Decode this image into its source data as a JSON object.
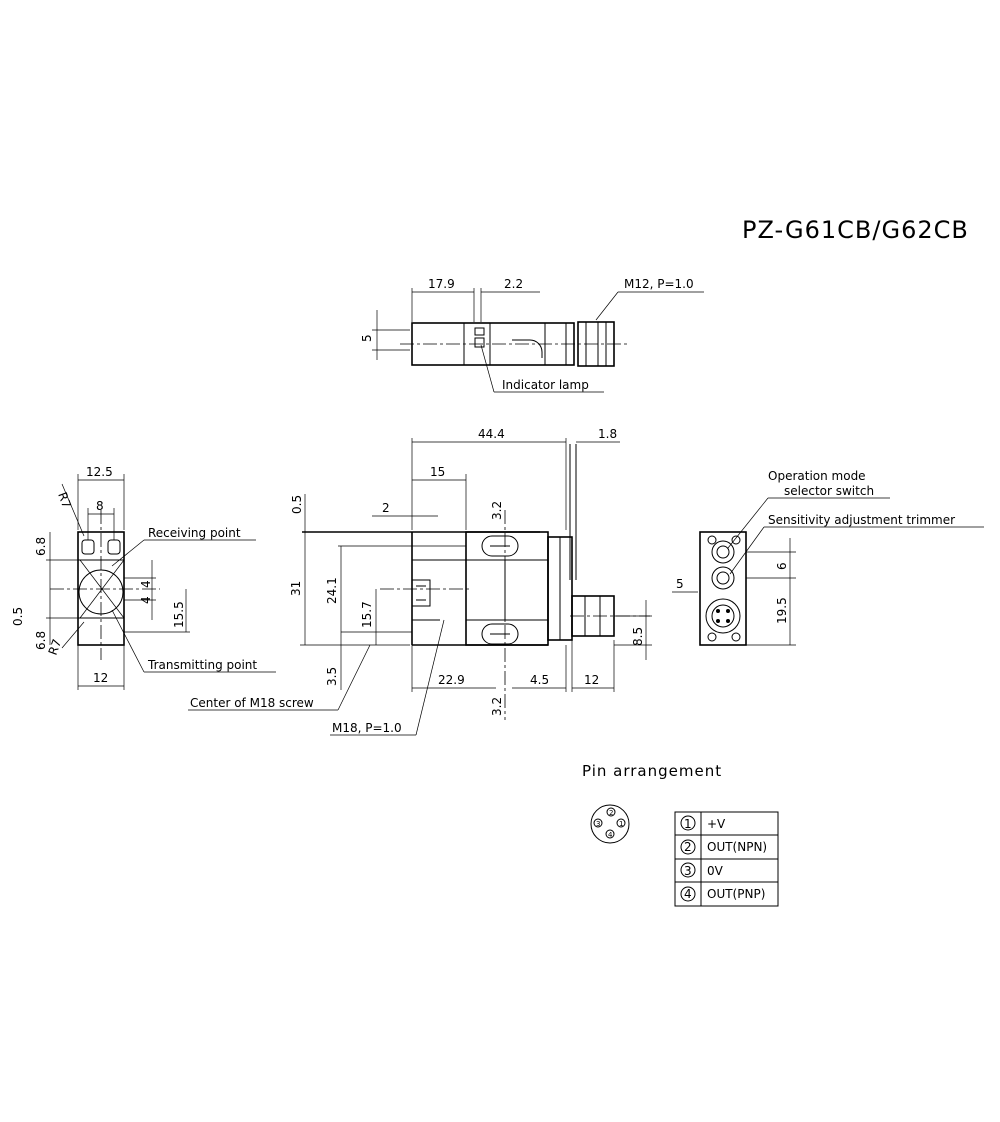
{
  "title": "PZ-G61CB/G62CB",
  "top_view": {
    "dims": [
      "17.9",
      "2.2",
      "5"
    ],
    "thread_label": "M12, P=1.0",
    "indicator_label": "Indicator lamp"
  },
  "front_view": {
    "dims": [
      "44.4",
      "1.8",
      "15",
      "2",
      "3.2",
      "0.5",
      "31",
      "24.1",
      "15.7",
      "3.5",
      "22.9",
      "4.5",
      "12",
      "3.2",
      "8.5"
    ],
    "center_label": "Center of M18 screw",
    "thread_label": "M18, P=1.0"
  },
  "left_view": {
    "dims": [
      "12.5",
      "8",
      "6.8",
      "0.5",
      "6.8",
      "4",
      "4",
      "15.5",
      "12",
      "R7",
      "R7"
    ],
    "receiving_label": "Receiving point",
    "transmitting_label": "Transmitting point"
  },
  "right_view": {
    "dims": [
      "5",
      "6",
      "19.5"
    ],
    "operation_label_1": "Operation mode",
    "operation_label_2": "selector switch",
    "sensitivity_label": "Sensitivity adjustment trimmer"
  },
  "pin_arrangement": {
    "heading": "Pin arrangement",
    "connector_pins": [
      "1",
      "2",
      "3",
      "4"
    ],
    "rows": [
      {
        "num": "1",
        "label": "+V"
      },
      {
        "num": "2",
        "label": "OUT(NPN)"
      },
      {
        "num": "3",
        "label": "0V"
      },
      {
        "num": "4",
        "label": "OUT(PNP)"
      }
    ]
  }
}
